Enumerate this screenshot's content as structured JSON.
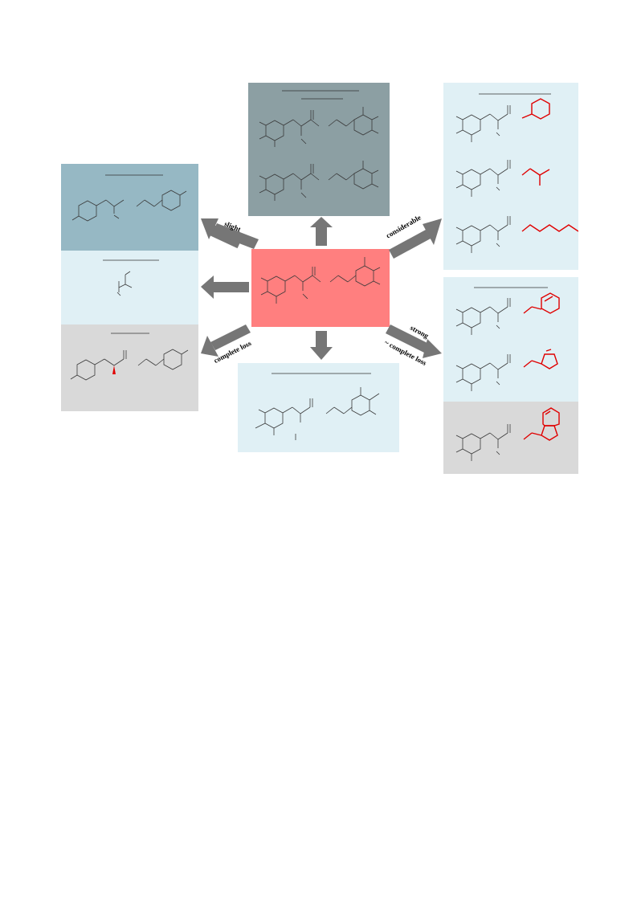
{
  "colors": {
    "center_box": "#ff7f7f",
    "top_box": "#8c9fa3",
    "left_top_box": "#96b8c4",
    "light_box": "#e0f0f5",
    "gray_box": "#d9d9d9",
    "arrow": "#767676",
    "highlight": "#e00000"
  },
  "arrow_labels": {
    "slight": "slight",
    "considerable": "considerable",
    "complete_loss": "complete loss",
    "strong": "strong",
    "strong_sub": "~ complete loss"
  }
}
